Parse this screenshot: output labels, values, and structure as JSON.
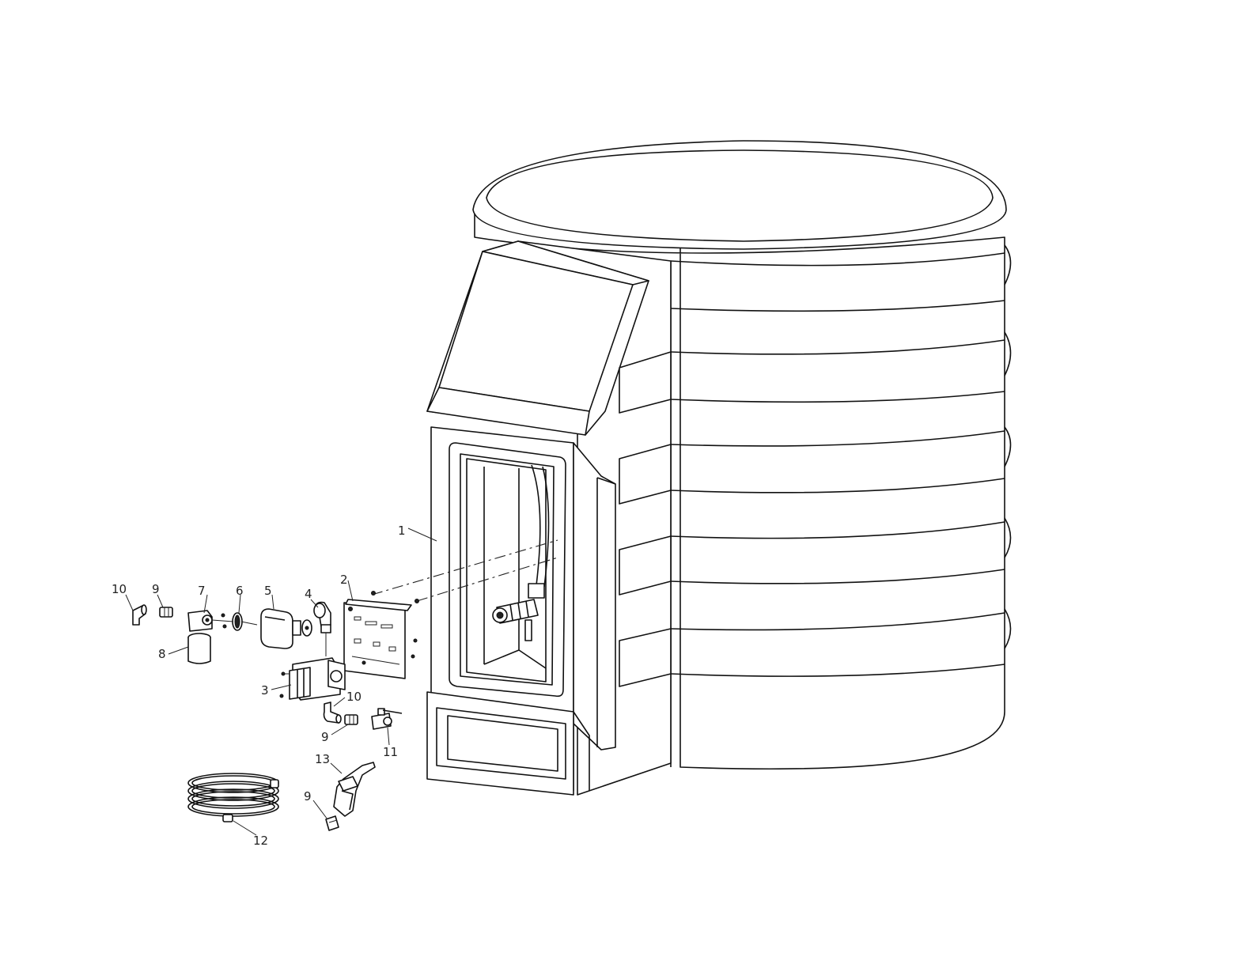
{
  "callouts": [
    {
      "id": "c1",
      "text": "1"
    },
    {
      "id": "c2",
      "text": "2"
    },
    {
      "id": "c3",
      "text": "3"
    },
    {
      "id": "c4",
      "text": "4"
    },
    {
      "id": "c5",
      "text": "5"
    },
    {
      "id": "c6",
      "text": "6"
    },
    {
      "id": "c7",
      "text": "7"
    },
    {
      "id": "c8",
      "text": "8"
    },
    {
      "id": "c9a",
      "text": "9"
    },
    {
      "id": "c10a",
      "text": "10"
    },
    {
      "id": "c10b",
      "text": "10"
    },
    {
      "id": "c9b",
      "text": "9"
    },
    {
      "id": "c11",
      "text": "11"
    },
    {
      "id": "c13",
      "text": "13"
    },
    {
      "id": "c9c",
      "text": "9"
    },
    {
      "id": "c12",
      "text": "12"
    }
  ]
}
